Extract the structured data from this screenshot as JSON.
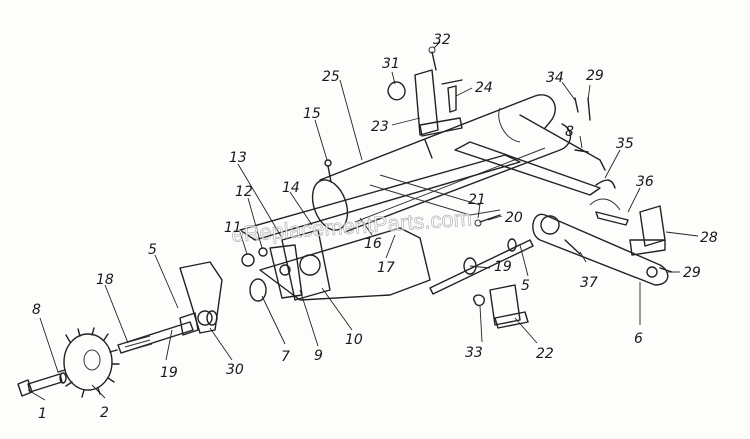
{
  "watermark": "eReplacementParts.com",
  "callouts": [
    {
      "id": "c1",
      "text": "1"
    },
    {
      "id": "c2",
      "text": "2"
    },
    {
      "id": "c5a",
      "text": "5"
    },
    {
      "id": "c5b",
      "text": "5"
    },
    {
      "id": "c6",
      "text": "6"
    },
    {
      "id": "c7",
      "text": "7"
    },
    {
      "id": "c8a",
      "text": "8"
    },
    {
      "id": "c8b",
      "text": "8"
    },
    {
      "id": "c9",
      "text": "9"
    },
    {
      "id": "c10",
      "text": "10"
    },
    {
      "id": "c11",
      "text": "11"
    },
    {
      "id": "c12",
      "text": "12"
    },
    {
      "id": "c13",
      "text": "13"
    },
    {
      "id": "c14",
      "text": "14"
    },
    {
      "id": "c15",
      "text": "15"
    },
    {
      "id": "c16",
      "text": "16"
    },
    {
      "id": "c17",
      "text": "17"
    },
    {
      "id": "c18",
      "text": "18"
    },
    {
      "id": "c19a",
      "text": "19"
    },
    {
      "id": "c19b",
      "text": "19"
    },
    {
      "id": "c20",
      "text": "20"
    },
    {
      "id": "c21",
      "text": "21"
    },
    {
      "id": "c22",
      "text": "22"
    },
    {
      "id": "c23",
      "text": "23"
    },
    {
      "id": "c24",
      "text": "24"
    },
    {
      "id": "c25",
      "text": "25"
    },
    {
      "id": "c28",
      "text": "28"
    },
    {
      "id": "c29a",
      "text": "29"
    },
    {
      "id": "c29b",
      "text": "29"
    },
    {
      "id": "c30",
      "text": "30"
    },
    {
      "id": "c31",
      "text": "31"
    },
    {
      "id": "c32",
      "text": "32"
    },
    {
      "id": "c33",
      "text": "33"
    },
    {
      "id": "c34",
      "text": "34"
    },
    {
      "id": "c35",
      "text": "35"
    },
    {
      "id": "c36",
      "text": "36"
    },
    {
      "id": "c37",
      "text": "37"
    }
  ]
}
